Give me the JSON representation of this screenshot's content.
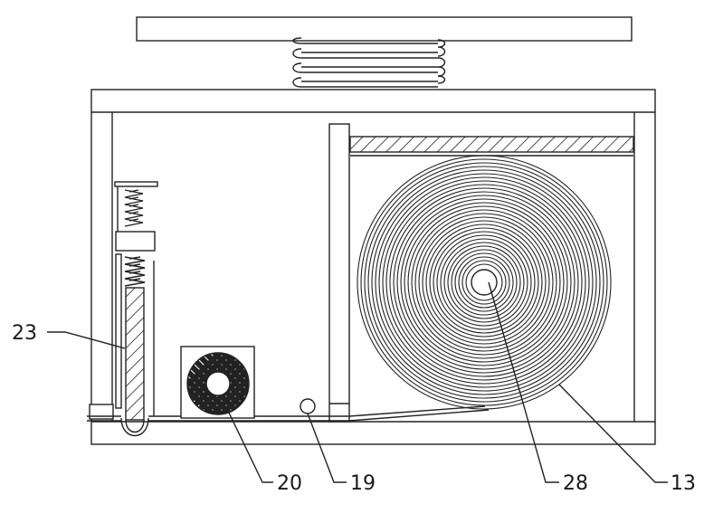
{
  "labels": {
    "l23": "23",
    "l20": "20",
    "l19": "19",
    "l28": "28",
    "l13": "13"
  },
  "colors": {
    "stroke": "#222222",
    "background": "#ffffff"
  }
}
